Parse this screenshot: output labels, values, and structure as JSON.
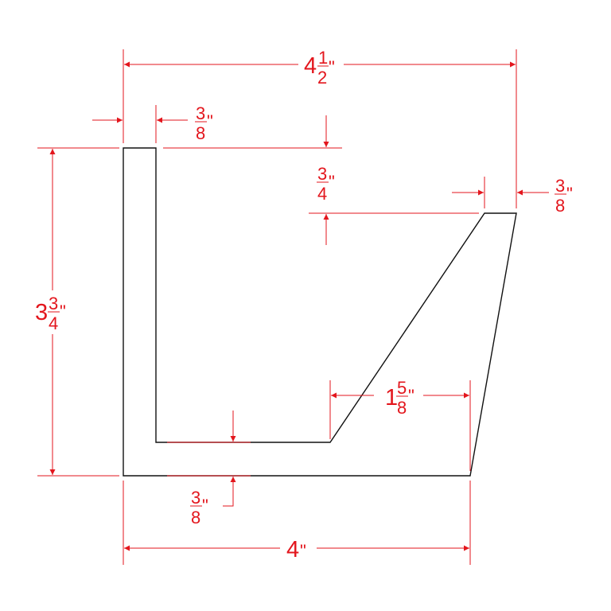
{
  "colors": {
    "dimension": "#e3161d",
    "outline": "#111111"
  },
  "dimensions": {
    "overall_width": {
      "whole": "4",
      "num": "1",
      "den": "2",
      "unit": "\""
    },
    "left_leg_thickness": {
      "num": "3",
      "den": "8",
      "unit": "\""
    },
    "height_offset": {
      "num": "3",
      "den": "4",
      "unit": "\""
    },
    "right_top_width": {
      "num": "3",
      "den": "8",
      "unit": "\""
    },
    "overall_height": {
      "whole": "3",
      "num": "3",
      "den": "4",
      "unit": "\""
    },
    "bottom_flat": {
      "whole": "1",
      "num": "5",
      "den": "8",
      "unit": "\""
    },
    "base_thickness": {
      "num": "3",
      "den": "8",
      "unit": "\""
    },
    "base_width": {
      "whole": "4",
      "unit": "\""
    }
  }
}
